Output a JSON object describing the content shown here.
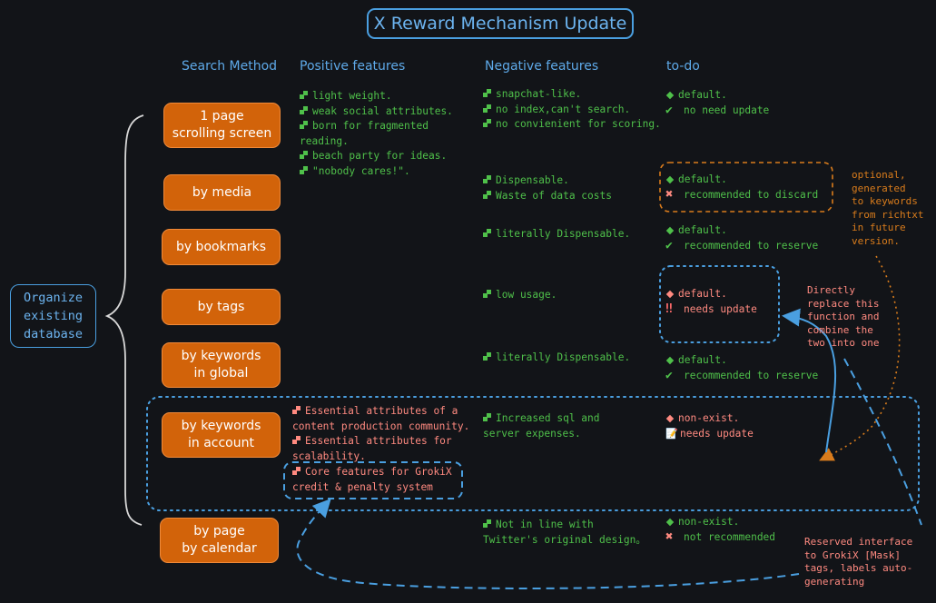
{
  "title": "X Reward Mechanism Update",
  "headers": {
    "search_method": "Search Method",
    "positive": "Positive features",
    "negative": "Negative features",
    "todo": "to-do"
  },
  "organize_label": "Organize\nexisting\ndatabase",
  "methods": [
    {
      "label": "1 page\nscrolling screen"
    },
    {
      "label": "by media"
    },
    {
      "label": "by bookmarks"
    },
    {
      "label": "by tags"
    },
    {
      "label": "by keywords\nin global"
    },
    {
      "label": "by keywords\nin account"
    },
    {
      "label": "by page\nby calendar"
    }
  ],
  "positive": {
    "page1": [
      "light weight.",
      "weak social attributes.",
      "born for fragmented",
      "reading.",
      "beach party for ideas.",
      "\"nobody cares!\"."
    ],
    "keywords_account": [
      "Essential attributes of a",
      "content production community.",
      "Essential attributes for",
      "scalability."
    ],
    "core": [
      "Core features for GrokiX",
      "credit & penalty system"
    ]
  },
  "negative": {
    "page1": [
      "snapchat-like.",
      "no index,can't search.",
      "no convienient for scoring."
    ],
    "media": [
      "Dispensable.",
      "Waste of data costs"
    ],
    "bookmarks": "literally Dispensable.",
    "tags": "low usage.",
    "keywords_global": "literally Dispensable.",
    "keywords_account": [
      "Increased sql and",
      "server expenses."
    ],
    "calendar": [
      "Not in line with",
      "Twitter's original design。"
    ]
  },
  "todo": {
    "page1": [
      "default.",
      "no need update"
    ],
    "media": [
      "default.",
      "recommended to discard"
    ],
    "bookmarks": [
      "default.",
      "recommended to reserve"
    ],
    "tags": [
      "default.",
      "needs update"
    ],
    "keywords_global": [
      "default.",
      "recommended to reserve"
    ],
    "keywords_account": [
      "non-exist.",
      "needs update"
    ],
    "calendar": [
      "non-exist.",
      "not recommended"
    ]
  },
  "notes": {
    "optional": [
      "optional,",
      "generated",
      "to keywords",
      "from richtxt",
      "in future",
      "version."
    ],
    "directly": [
      "Directly",
      "replace this",
      "function and",
      "combine the",
      "two into one"
    ],
    "reserved": [
      "Reserved interface",
      "to GrokiX [Mask]",
      "tags, labels auto-",
      "generating"
    ]
  },
  "colors": {
    "background": "#121418",
    "accent_blue": "#4a9fe0",
    "button_orange": "#d2630a",
    "note_orange": "#d97c1c",
    "positive_green": "#4fc04a",
    "alert_red": "#ff8a80"
  },
  "icons": {
    "check": "✔",
    "cross": "✖",
    "double_excl": "‼",
    "memo": "📝"
  }
}
